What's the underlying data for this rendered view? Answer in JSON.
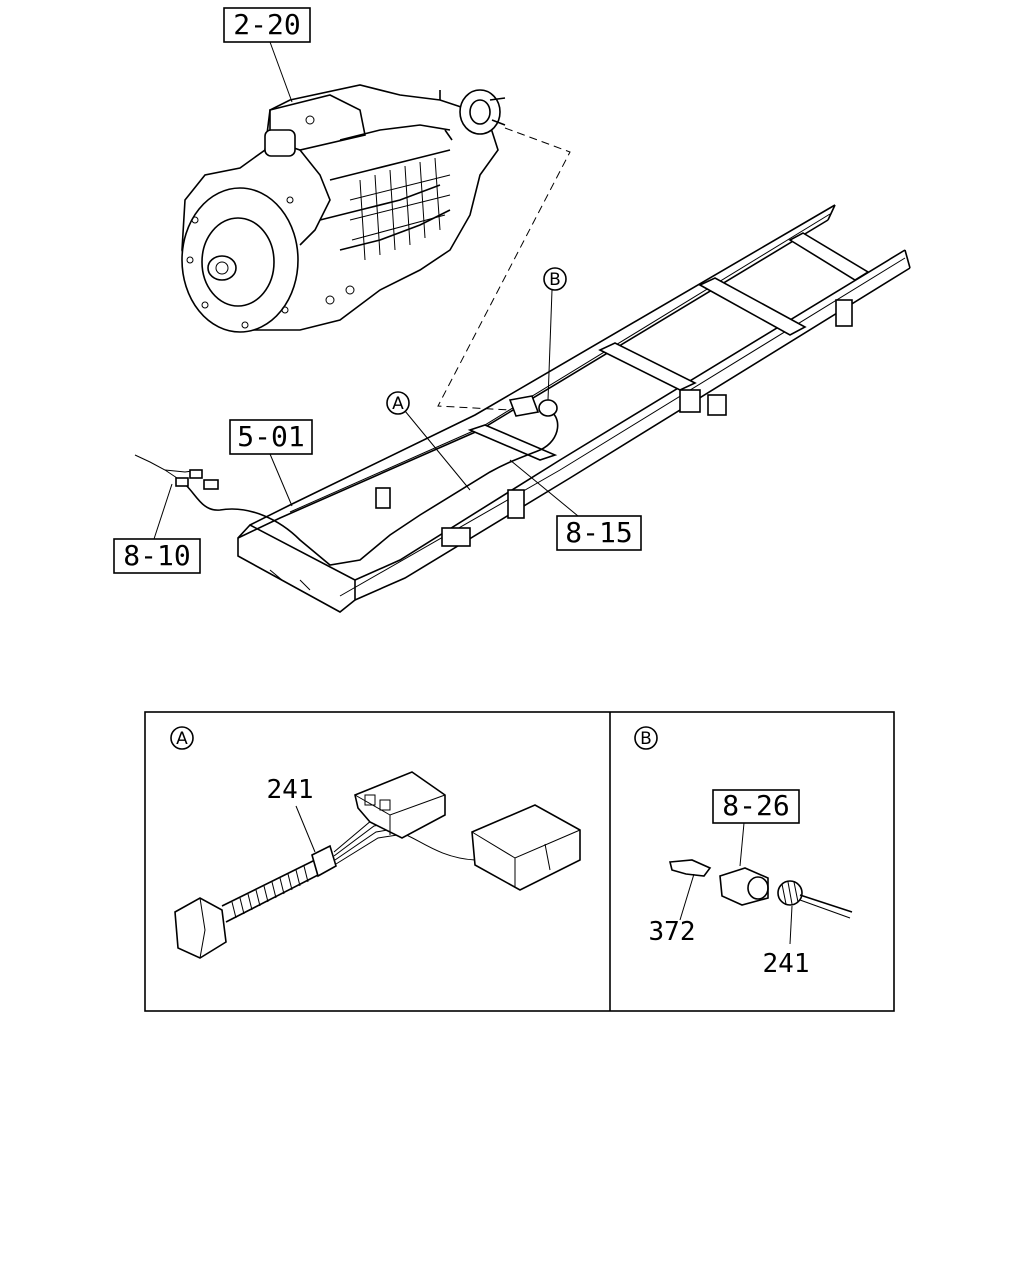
{
  "references": {
    "transmission": "2-20",
    "chassis_frame": "5-01",
    "harness_connector_left": "8-10",
    "harness_clip": "8-15",
    "sensor_ref": "8-26"
  },
  "callouts": {
    "a": "A",
    "b": "B"
  },
  "detail_a": {
    "marker": "A",
    "part_harness": "241"
  },
  "detail_b": {
    "marker": "B",
    "part_clip": "372",
    "part_harness": "241"
  }
}
